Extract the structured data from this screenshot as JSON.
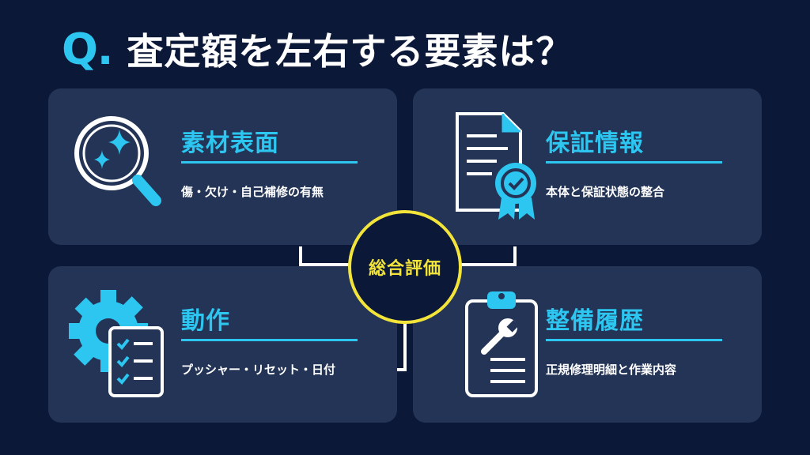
{
  "title": {
    "prefix": "Q.",
    "text": "査定額を左右する要素は？"
  },
  "center": {
    "label": "総合評価"
  },
  "cards": {
    "surface": {
      "heading": "素材表面",
      "desc": "傷・欠け・自己補修の有無",
      "icon": "magnifier-sparkle-icon"
    },
    "warranty": {
      "heading": "保証情報",
      "desc": "本体と保証状態の整合",
      "icon": "certificate-document-icon"
    },
    "operation": {
      "heading": "動作",
      "desc": "プッシャー・リセット・日付",
      "icon": "gear-checklist-icon"
    },
    "maintenance": {
      "heading": "整備履歴",
      "desc": "正規修理明細と作業内容",
      "icon": "clipboard-wrench-icon"
    }
  },
  "colors": {
    "background": "#0c1838",
    "card": "#233456",
    "accent": "#2cc6f0",
    "highlight": "#f3e43a",
    "text": "#ffffff"
  }
}
